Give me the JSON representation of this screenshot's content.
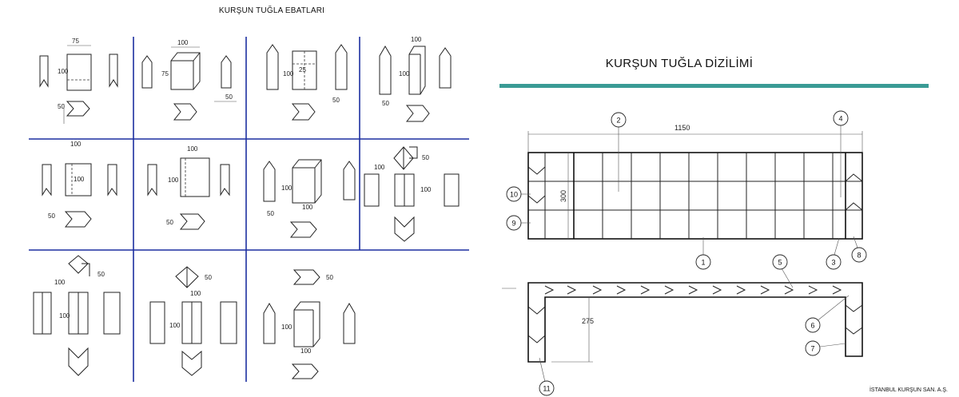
{
  "left_panel": {
    "title": "KURŞUN TUĞLA EBATLARI",
    "dims": {
      "d100": "100",
      "d75": "75",
      "d50": "50",
      "d25": "25"
    }
  },
  "right_panel": {
    "title": "KURŞUN TUĞLA DİZİLİMİ",
    "accent_color": "#3a9b95",
    "dims": {
      "width_total": "1150",
      "height_wall": "300",
      "height_return": "275"
    },
    "callouts": [
      "1",
      "2",
      "3",
      "4",
      "5",
      "6",
      "7",
      "8",
      "9",
      "10",
      "11"
    ]
  },
  "footer": "İSTANBUL KURŞUN SAN. A.Ş."
}
